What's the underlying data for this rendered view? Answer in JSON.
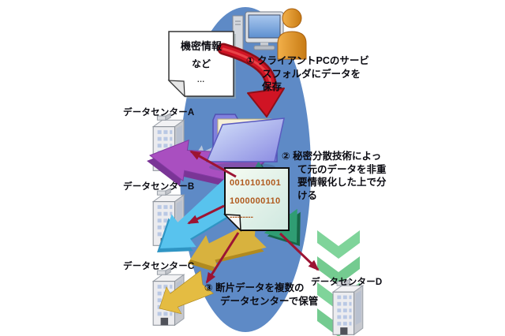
{
  "steps": {
    "step1": "① クライアントPCのサービ\nスフォルダにデータを\n保存",
    "step2": "② 秘密分散技術によっ\nて元のデータを非重\n要情報化した上で分\nける",
    "step3": "③ 断片データを複数の\nデータセンターで保管"
  },
  "source_document": {
    "title": "機密情報",
    "subtitle": "など",
    "ellipsis": "…"
  },
  "fragment_document": {
    "line1": "0010101001",
    "line2": "1000000110",
    "line3": "---------"
  },
  "datacenters": {
    "a": "データセンターA",
    "b": "データセンターB",
    "c": "データセンターC",
    "d": "データセンターD"
  },
  "colors": {
    "ellipse_blue": "#5e8ac6",
    "arrow_purple": "#a94fc0",
    "arrow_light_blue": "#58c3ee",
    "arrow_yellow": "#d8b23e",
    "arrow_teal": "#2f9d73",
    "arrow_green_zigzag": "#7fd49a",
    "thin_arrow_red": "#9c1433",
    "swoosh_red": "#d01424",
    "fragment_text_orange": "#b05a1e",
    "person_orange": "#e8962e"
  }
}
